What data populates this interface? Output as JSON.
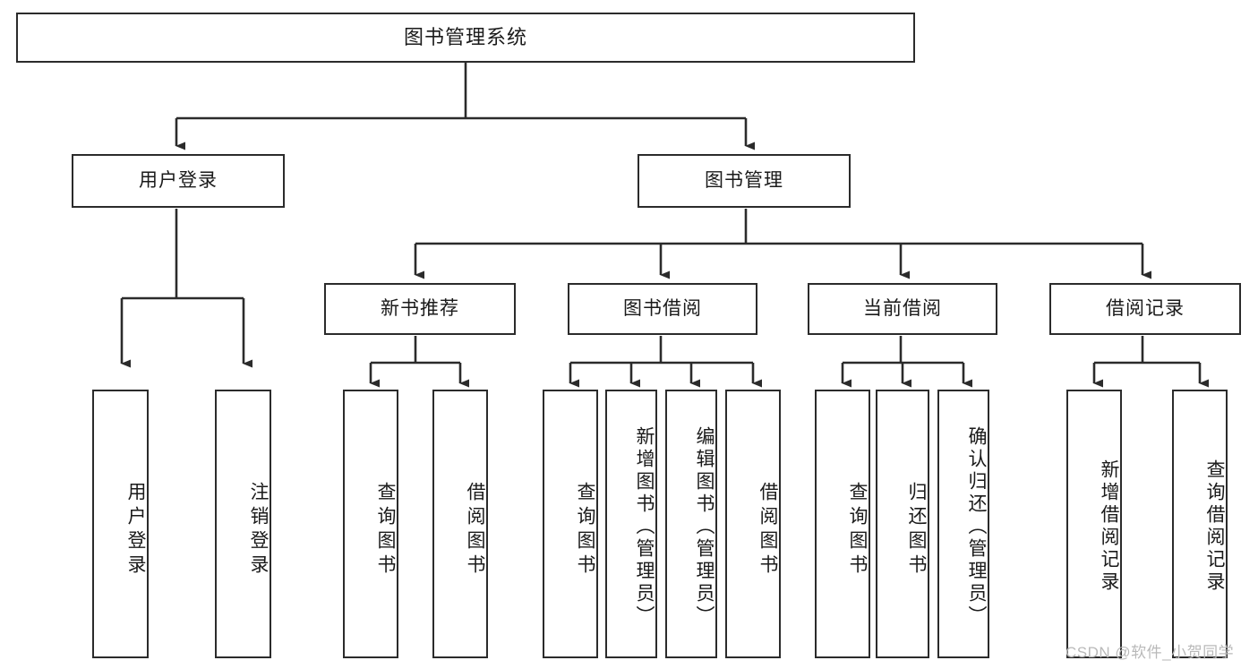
{
  "diagram": {
    "title": "图书管理系统",
    "type": "tree-hierarchy-chart",
    "watermark": "CSDN @软件_小贺同学",
    "colors": {
      "node_border": "#2b2b2b",
      "node_fill": "#ffffff",
      "edge": "#2b2b2b",
      "background": "#ffffff",
      "watermark": "#b9b9b9"
    },
    "nodes": {
      "root": {
        "label": "图书管理系统"
      },
      "level1": [
        {
          "id": "user-login",
          "label": "用户登录"
        },
        {
          "id": "book-manage",
          "label": "图书管理"
        }
      ],
      "level2": [
        {
          "id": "new-book-recommend",
          "label": "新书推荐"
        },
        {
          "id": "book-borrow",
          "label": "图书借阅"
        },
        {
          "id": "current-borrow",
          "label": "当前借阅"
        },
        {
          "id": "borrow-record",
          "label": "借阅记录"
        }
      ],
      "leaves": {
        "user-login": [
          {
            "id": "leaf-user-login",
            "label": "用户登录"
          },
          {
            "id": "leaf-logout-login",
            "label": "注销登录"
          }
        ],
        "new-book-recommend": [
          {
            "id": "leaf-query-book-1",
            "label": "查询图书"
          },
          {
            "id": "leaf-borrow-book-1",
            "label": "借阅图书"
          }
        ],
        "book-borrow": [
          {
            "id": "leaf-query-book-2",
            "label": "查询图书"
          },
          {
            "id": "leaf-add-book",
            "label": "新增图书（管理员）"
          },
          {
            "id": "leaf-edit-book",
            "label": "编辑图书（管理员）"
          },
          {
            "id": "leaf-borrow-book-2",
            "label": "借阅图书"
          }
        ],
        "current-borrow": [
          {
            "id": "leaf-query-book-3",
            "label": "查询图书"
          },
          {
            "id": "leaf-return-book",
            "label": "归还图书"
          },
          {
            "id": "leaf-confirm-return",
            "label": "确认归还（管理员）"
          }
        ],
        "borrow-record": [
          {
            "id": "leaf-add-record",
            "label": "新增借阅记录"
          },
          {
            "id": "leaf-query-record",
            "label": "查询借阅记录"
          }
        ]
      }
    }
  }
}
